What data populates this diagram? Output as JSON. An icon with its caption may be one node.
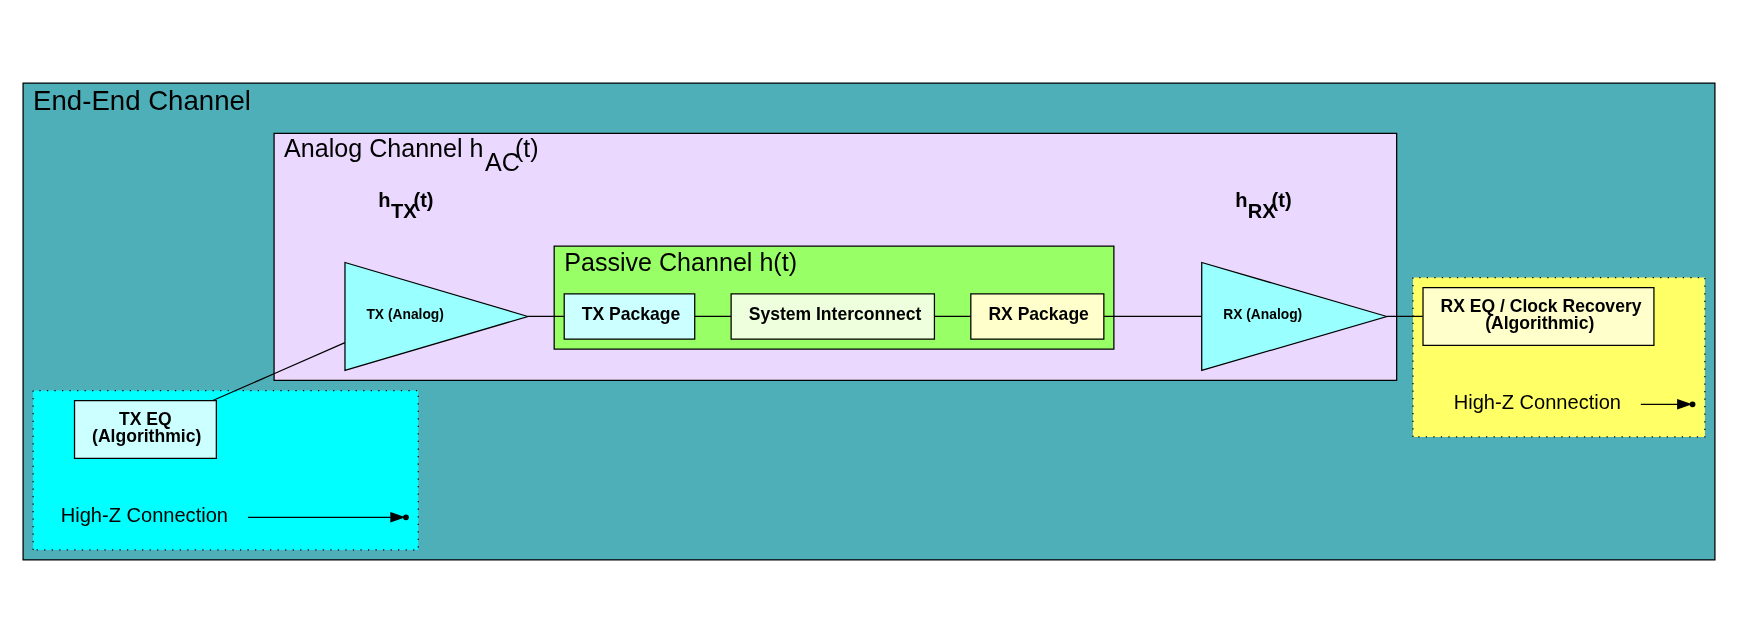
{
  "diagram": {
    "nodes": [
      {
        "text": [
          "End-End Channel"
        ]
      },
      {
        "text": [],
        "shape": "box",
        "in": 0
      },
      {
        "text": [
          "TX EQ",
          "(Algorithmic)"
        ],
        "in": 1
      },
      {
        "text": [
          "High-Z Connection"
        ],
        "in": 1
      },
      {
        "text": [
          "Analog Channel h$_{AC}$(t)"
        ],
        "in": 0
      },
      {
        "text": [
          "TX (Analog)"
        ],
        "in": 4,
        "beside": [
          "h$_{TX}$(t)"
        ]
      },
      {
        "text": [
          "Passive Channel h(t)"
        ],
        "in": 4
      },
      {
        "text": [
          "TX Package"
        ],
        "in": 6
      },
      {
        "text": [
          "System Interconnect"
        ],
        "in": 6
      },
      {
        "text": [
          "RX Package"
        ],
        "in": 6
      },
      {
        "text": [
          "RX (Analog)"
        ],
        "in": 4,
        "beside": [
          "h$_{RX}$(t)"
        ]
      },
      {
        "text": [],
        "shape": "box",
        "in": 0
      },
      {
        "text": [
          "RX EQ / Clock Recovery",
          "(Algorithmic)"
        ],
        "in": 11
      },
      {
        "text": [
          "High-Z Connection"
        ],
        "in": 11
      }
    ],
    "edges": [
      {
        "from": 2,
        "to": 5,
        "arrow": "none"
      },
      {
        "from": 5,
        "to": 7,
        "arrow": "none"
      },
      {
        "from": 7,
        "to": 8,
        "arrow": "none"
      },
      {
        "from": 8,
        "to": 9,
        "arrow": "none"
      },
      {
        "from": 9,
        "to": 10,
        "arrow": "none"
      },
      {
        "from": 10,
        "to": 12,
        "arrow": "none"
      },
      {
        "from": 3,
        "to": null,
        "arrow": "to"
      },
      {
        "from": 13,
        "to": null,
        "arrow": "to"
      }
    ]
  }
}
